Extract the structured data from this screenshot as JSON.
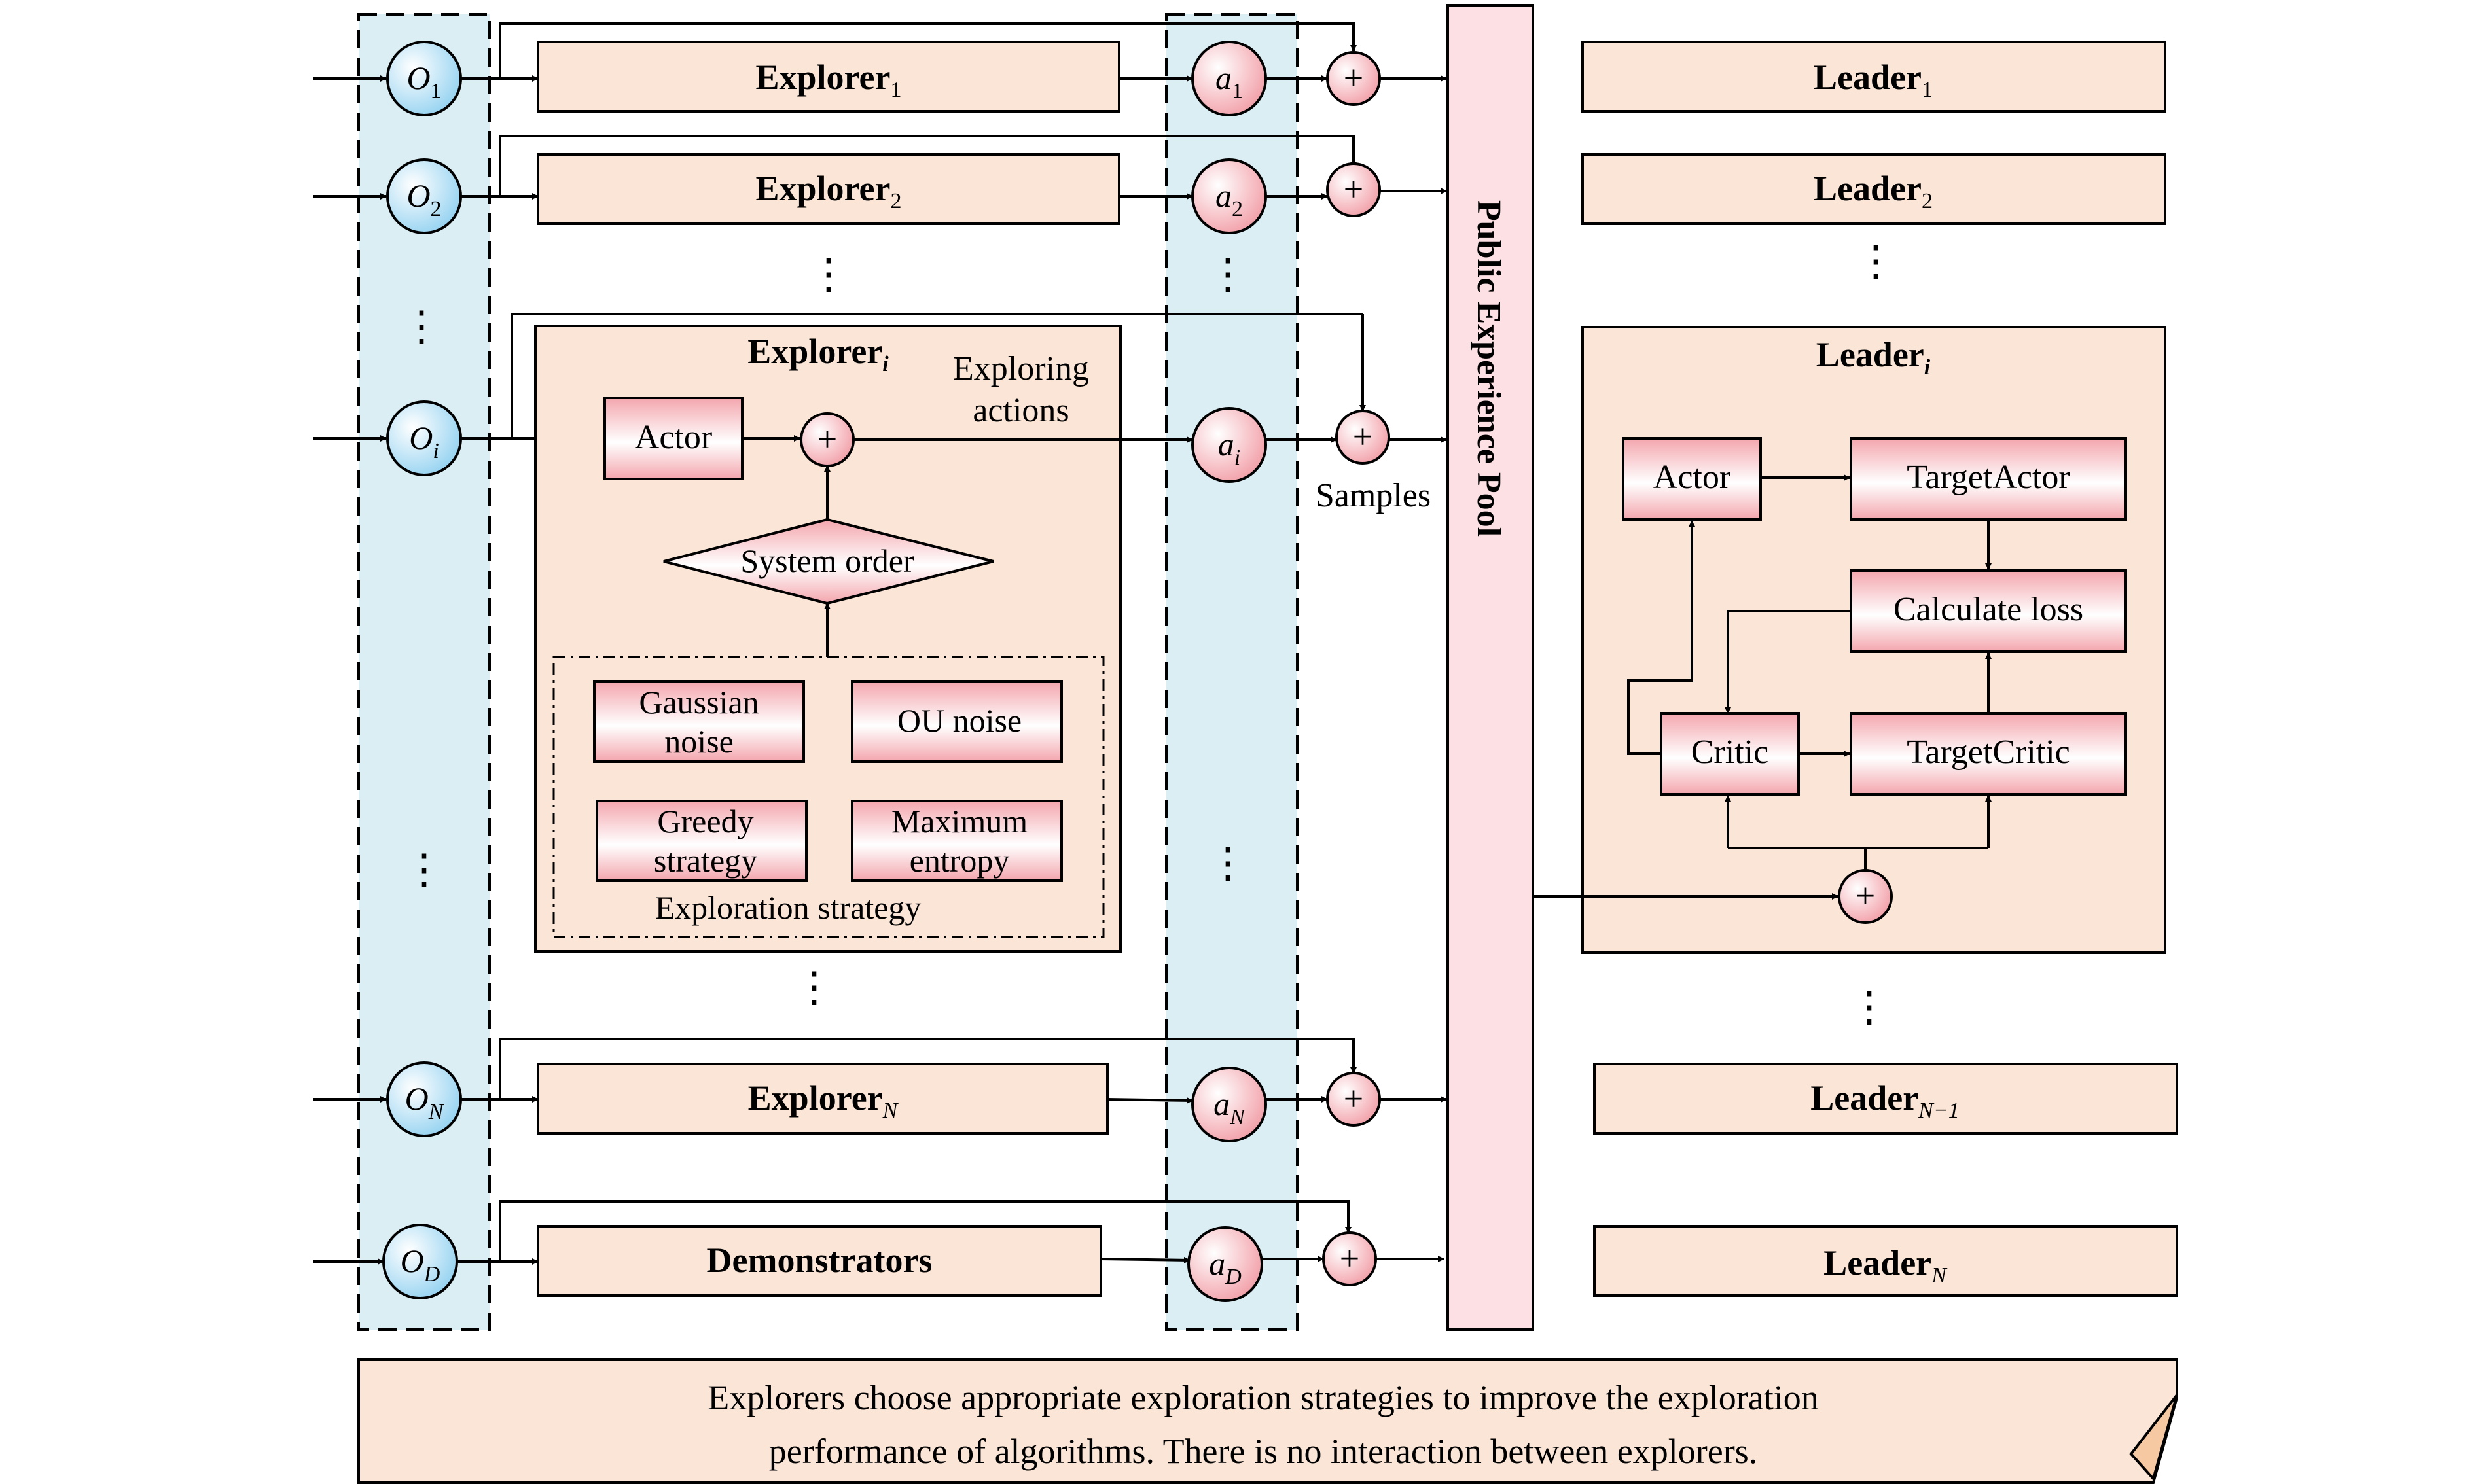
{
  "explorers": [
    {
      "obs_main": "O",
      "obs_sub": "1",
      "label": "Explorer",
      "sub": "1",
      "act_main": "a",
      "act_sub": "1"
    },
    {
      "obs_main": "O",
      "obs_sub": "2",
      "label": "Explorer",
      "sub": "2",
      "act_main": "a",
      "act_sub": "2"
    },
    {
      "obs_main": "O",
      "obs_sub": "N",
      "label": "Explorer",
      "sub": "N",
      "act_main": "a",
      "act_sub": "N"
    },
    {
      "obs_main": "O",
      "obs_sub": "D",
      "label": "Demonstrators",
      "sub": "",
      "act_main": "a",
      "act_sub": "D"
    }
  ],
  "explorer_i": {
    "obs_main": "O",
    "obs_sub": "i",
    "title": "Explorer",
    "title_sub": "i",
    "actor": "Actor",
    "exploring_actions_1": "Exploring",
    "exploring_actions_2": "actions",
    "act_main": "a",
    "act_sub": "i",
    "samples": "Samples",
    "system_order": "System order",
    "strategies": [
      "Gaussian",
      "noise",
      "OU noise",
      "Greedy",
      "strategy",
      "Maximum",
      "entropy"
    ],
    "strategy_label": "Exploration strategy"
  },
  "pool": {
    "label": "Public Experience Pool"
  },
  "leaders": [
    {
      "label": "Leader",
      "sub": "1"
    },
    {
      "label": "Leader",
      "sub": "2"
    },
    {
      "label": "Leader",
      "sub": "N−1"
    },
    {
      "label": "Leader",
      "sub": "N"
    }
  ],
  "leader_i": {
    "title": "Leader",
    "title_sub": "i",
    "actor": "Actor",
    "target_actor": "TargetActor",
    "calculate_loss": "Calculate loss",
    "critic": "Critic",
    "target_critic": "TargetCritic"
  },
  "plus_symbol": "+",
  "note": {
    "line1": "Explorers choose appropriate exploration strategies to improve the exploration",
    "line2": "performance of algorithms. There is no interaction between explorers."
  }
}
